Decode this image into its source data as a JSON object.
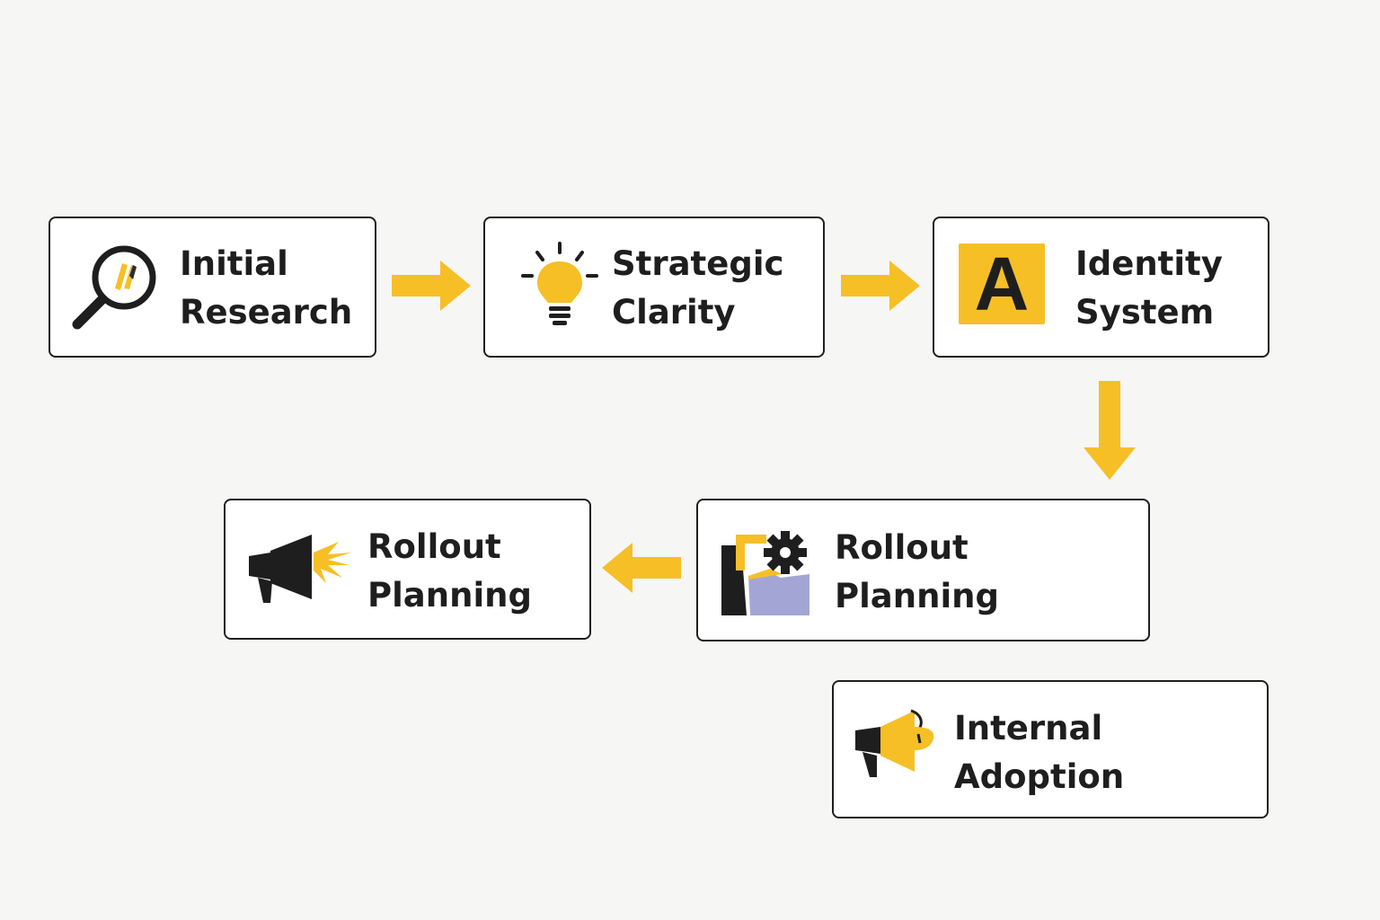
{
  "colors": {
    "accent": "#f6bf26",
    "ink": "#1e1e1e",
    "background": "#f6f6f5",
    "box_fill": "#ffffff",
    "folder": "#a3a6d4"
  },
  "steps": [
    {
      "line1": "Initial",
      "line2": "Research",
      "icon": "magnifying-glass-icon"
    },
    {
      "line1": "Strategic",
      "line2": "Clarity",
      "icon": "lightbulb-icon"
    },
    {
      "line1": "Identity",
      "line2": "System",
      "icon": "letter-a-icon",
      "icon_letter": "A"
    },
    {
      "line1": "Rollout",
      "line2": "Planning",
      "icon": "folder-gear-icon"
    },
    {
      "line1": "Rollout",
      "line2": "Planning",
      "icon": "megaphone-icon"
    },
    {
      "line1": "Internal",
      "line2": "Adoption",
      "icon": "megaphone-yellow-icon"
    }
  ],
  "connectors": [
    {
      "from": "Initial Research",
      "to": "Strategic Clarity",
      "direction": "right"
    },
    {
      "from": "Strategic Clarity",
      "to": "Identity System",
      "direction": "right"
    },
    {
      "from": "Identity System",
      "to": "Rollout Planning",
      "direction": "down"
    },
    {
      "from": "Rollout Planning",
      "to": "Rollout Planning",
      "direction": "left"
    }
  ]
}
